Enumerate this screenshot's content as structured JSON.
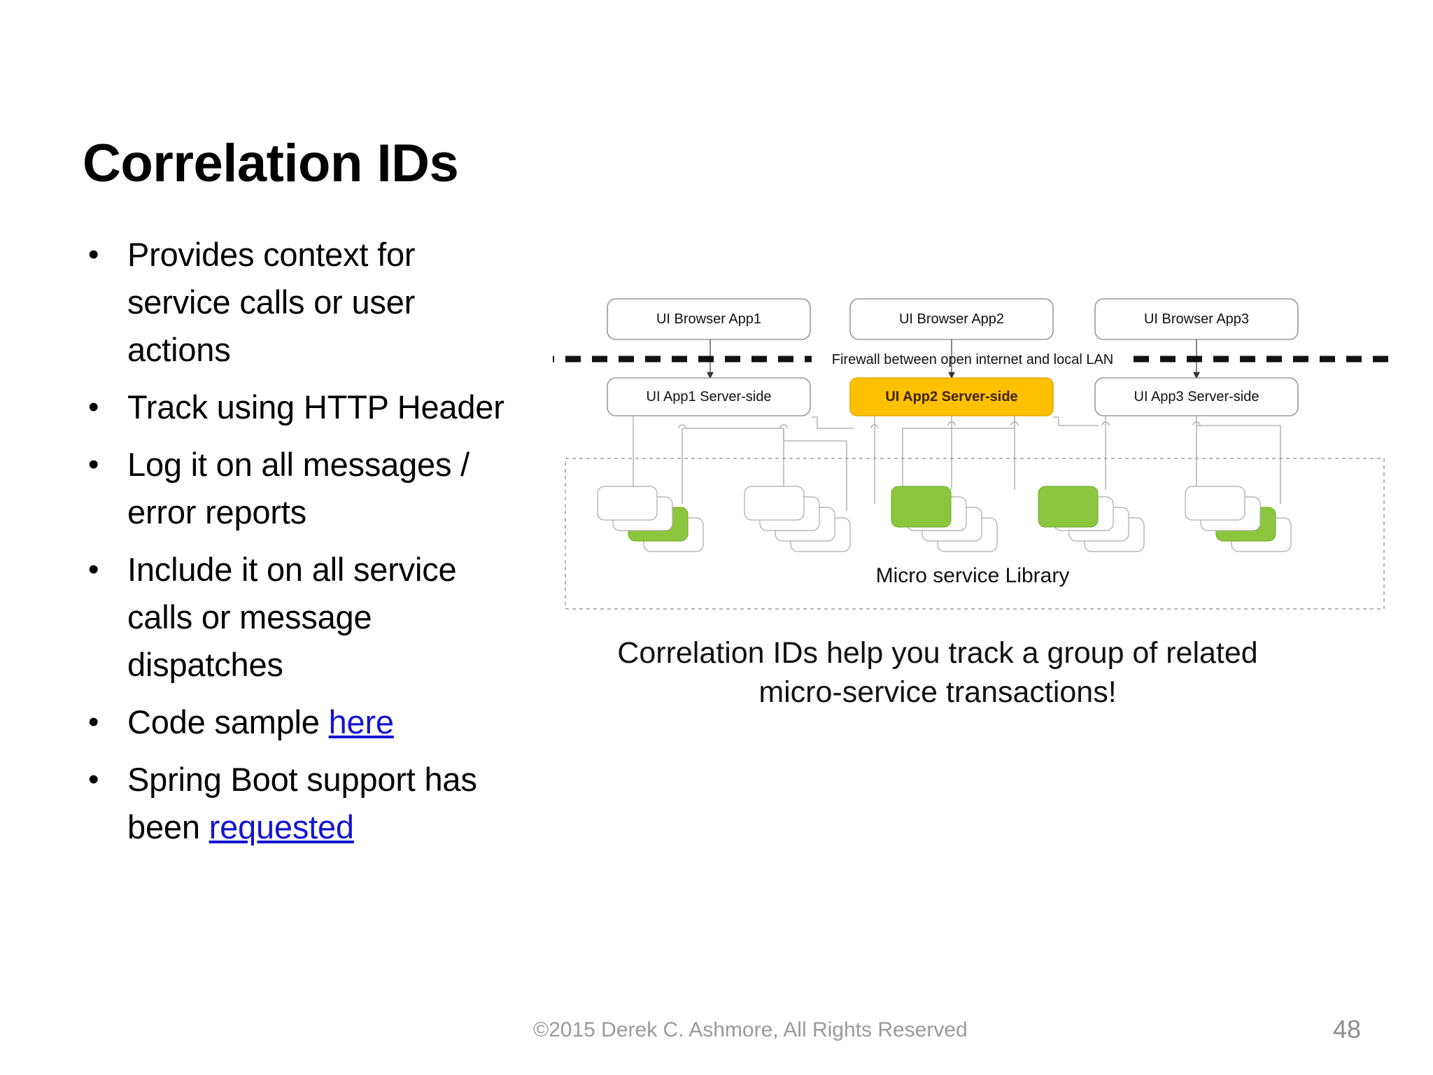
{
  "slide": {
    "title": "Correlation IDs",
    "page_number": "48",
    "copyright": "©2015 Derek C. Ashmore, All Rights Reserved"
  },
  "bullets": [
    {
      "marker": "•",
      "text": "Provides context for service calls or user actions",
      "link": null
    },
    {
      "marker": "•",
      "text": "Track using HTTP Header",
      "link": null
    },
    {
      "marker": "•",
      "text": "Log it on all messages / error reports",
      "link": null
    },
    {
      "marker": "•",
      "text": "Include it on all service calls or message dispatches",
      "link": null
    },
    {
      "marker": "•",
      "text": "Code sample ",
      "link": "here"
    },
    {
      "marker": "•",
      "text": "Spring Boot support has been ",
      "link": "requested"
    }
  ],
  "diagram": {
    "caption_line1": "Correlation IDs help you track a group of related",
    "caption_line2": "micro-service transactions!",
    "firewall_label": "Firewall between open internet and local LAN",
    "library_label": "Micro service Library",
    "browsers": [
      {
        "label": "UI Browser App1"
      },
      {
        "label": "UI Browser App2"
      },
      {
        "label": "UI Browser App3"
      }
    ],
    "servers": [
      {
        "label": "UI App1 Server-side",
        "highlighted": false
      },
      {
        "label": "UI App2 Server-side",
        "highlighted": true
      },
      {
        "label": "UI App3 Server-side",
        "highlighted": false
      }
    ],
    "microservice_stacks": [
      {
        "green_index": 2
      },
      {
        "green_index": -1
      },
      {
        "green_index": 0
      },
      {
        "green_index": 0
      },
      {
        "green_index": 2
      }
    ],
    "colors": {
      "highlight_orange": "#FFC000",
      "microservice_green": "#8CC63F",
      "box_border": "#9a9a9a",
      "connector": "#aaaaaa",
      "firewall_line": "#111111",
      "link_blue": "#1414d2"
    }
  }
}
